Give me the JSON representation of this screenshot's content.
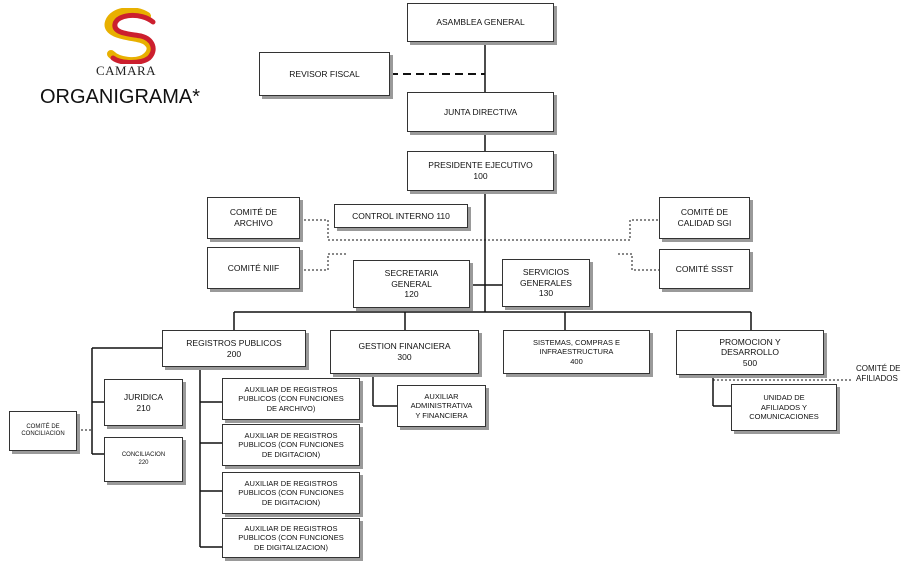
{
  "logo": {
    "text": "CAMARA",
    "colors": {
      "red": "#cc1f2e",
      "gold": "#e8b000"
    }
  },
  "title": "ORGANIGRAMA*",
  "nodes": {
    "asamblea": [
      "ASAMBLEA GENERAL"
    ],
    "revisor": [
      "REVISOR FISCAL"
    ],
    "junta": [
      "JUNTA DIRECTIVA"
    ],
    "presidente": [
      "PRESIDENTE EJECUTIVO",
      "100"
    ],
    "comite_archivo": [
      "COMITÉ DE",
      "ARCHIVO"
    ],
    "control_interno": [
      "CONTROL INTERNO 110"
    ],
    "comite_calidad": [
      "COMITÉ DE",
      "CALIDAD SGI"
    ],
    "comite_niif": [
      "COMITÉ NIIF"
    ],
    "comite_ssst": [
      "COMITÉ SSST"
    ],
    "secretaria": [
      "SECRETARIA",
      "GENERAL",
      "120"
    ],
    "servicios": [
      "SERVICIOS",
      "GENERALES",
      "130"
    ],
    "registros": [
      "REGISTROS PUBLICOS",
      "200"
    ],
    "gestion": [
      "GESTION FINANCIERA",
      "300"
    ],
    "sistemas": [
      "SISTEMAS, COMPRAS E",
      "INFRAESTRUCTURA",
      "400"
    ],
    "promocion": [
      "PROMOCION Y",
      "DESARROLLO",
      "500"
    ],
    "comite_afiliados": [
      "COMITÉ DE",
      "AFILIADOS"
    ],
    "auxiliar_admin": [
      "AUXILIAR",
      "ADMINISTRATIVA",
      "Y FINANCIERA"
    ],
    "unidad_afiliados": [
      "UNIDAD DE",
      "AFILIADOS Y",
      "COMUNICACIONES"
    ],
    "juridica": [
      "JURIDICA",
      "210"
    ],
    "conciliacion": [
      "CONCILIACION",
      "220"
    ],
    "comite_conciliacion": [
      "COMITÉ DE",
      "CONCILIACION"
    ],
    "aux_reg_1": [
      "AUXILIAR DE REGISTROS",
      "PUBLICOS (CON FUNCIONES",
      "DE ARCHIVO)"
    ],
    "aux_reg_2": [
      "AUXILIAR DE REGISTROS",
      "PUBLICOS (CON FUNCIONES",
      "DE DIGITACION)"
    ],
    "aux_reg_3": [
      "AUXILIAR DE REGISTROS",
      "PUBLICOS (CON FUNCIONES",
      "DE DIGITACION)"
    ],
    "aux_reg_4": [
      "AUXILIAR DE REGISTROS",
      "PUBLICOS (CON FUNCIONES",
      "DE DIGITALIZACION)"
    ]
  }
}
